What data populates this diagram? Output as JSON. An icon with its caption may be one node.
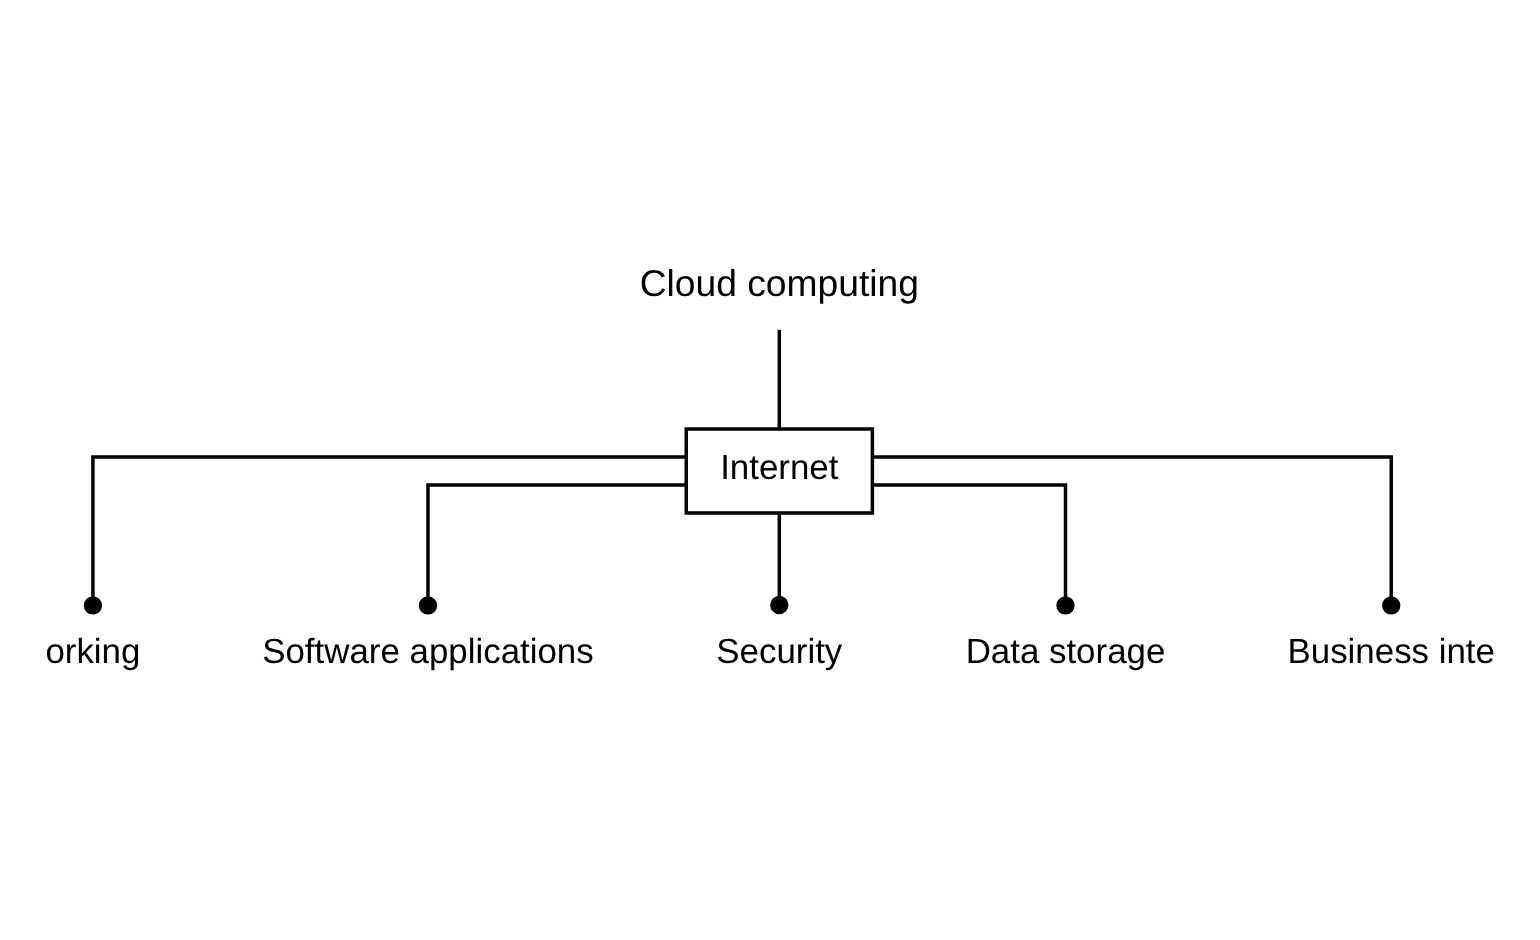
{
  "diagram": {
    "nodes": [
      {
        "text": [
          "Cloud computing"
        ]
      },
      {
        "text": [
          "Internet"
        ]
      },
      {
        "text": [
          "orking"
        ]
      },
      {
        "text": [
          "Software applications"
        ]
      },
      {
        "text": [
          "Security"
        ]
      },
      {
        "text": [
          "Data storage"
        ]
      },
      {
        "text": [
          "Business inte"
        ]
      }
    ],
    "edges": [
      {
        "from": 0,
        "to": 1,
        "arrow": "none"
      },
      {
        "from": 1,
        "to": 2,
        "arrow": "other"
      },
      {
        "from": 1,
        "to": 3,
        "arrow": "other"
      },
      {
        "from": 1,
        "to": 4,
        "arrow": "other"
      },
      {
        "from": 1,
        "to": 5,
        "arrow": "other"
      },
      {
        "from": 1,
        "to": 6,
        "arrow": "other"
      }
    ]
  }
}
